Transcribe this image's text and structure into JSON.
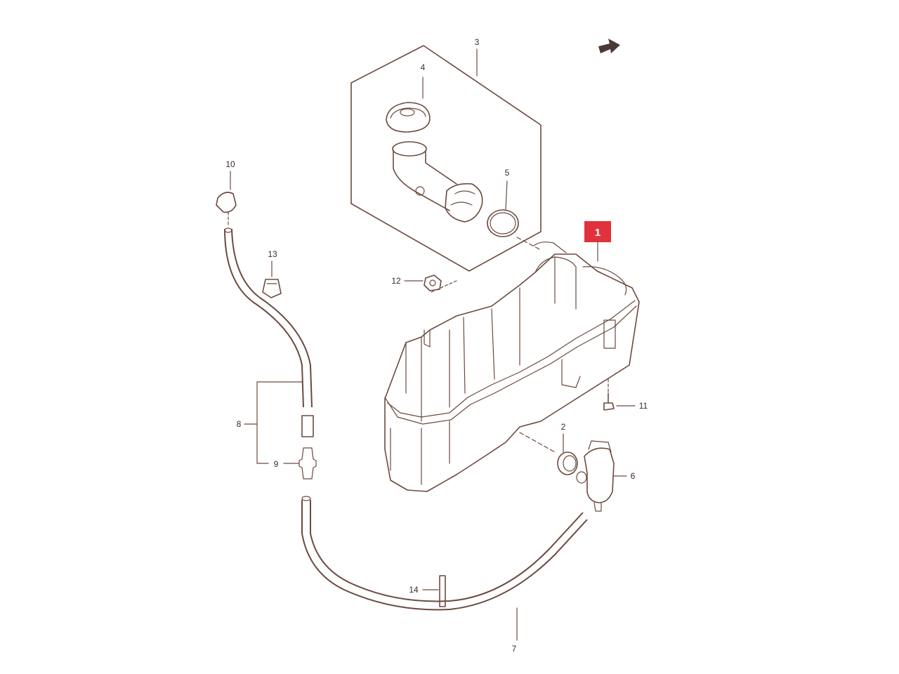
{
  "labels": {
    "p1": "1",
    "p2": "2",
    "p3": "3",
    "p4": "4",
    "p5": "5",
    "p6": "6",
    "p7": "7",
    "p8": "8",
    "p9": "9",
    "p10": "10",
    "p11": "11",
    "p12": "12",
    "p13": "13",
    "p14": "14"
  },
  "highlight": {
    "part": "1",
    "color": "#e0323c"
  },
  "colors": {
    "line": "#6b4a3f",
    "text": "#3a2a25"
  },
  "icons": {
    "front_arrow": "front-direction-arrow-icon"
  }
}
